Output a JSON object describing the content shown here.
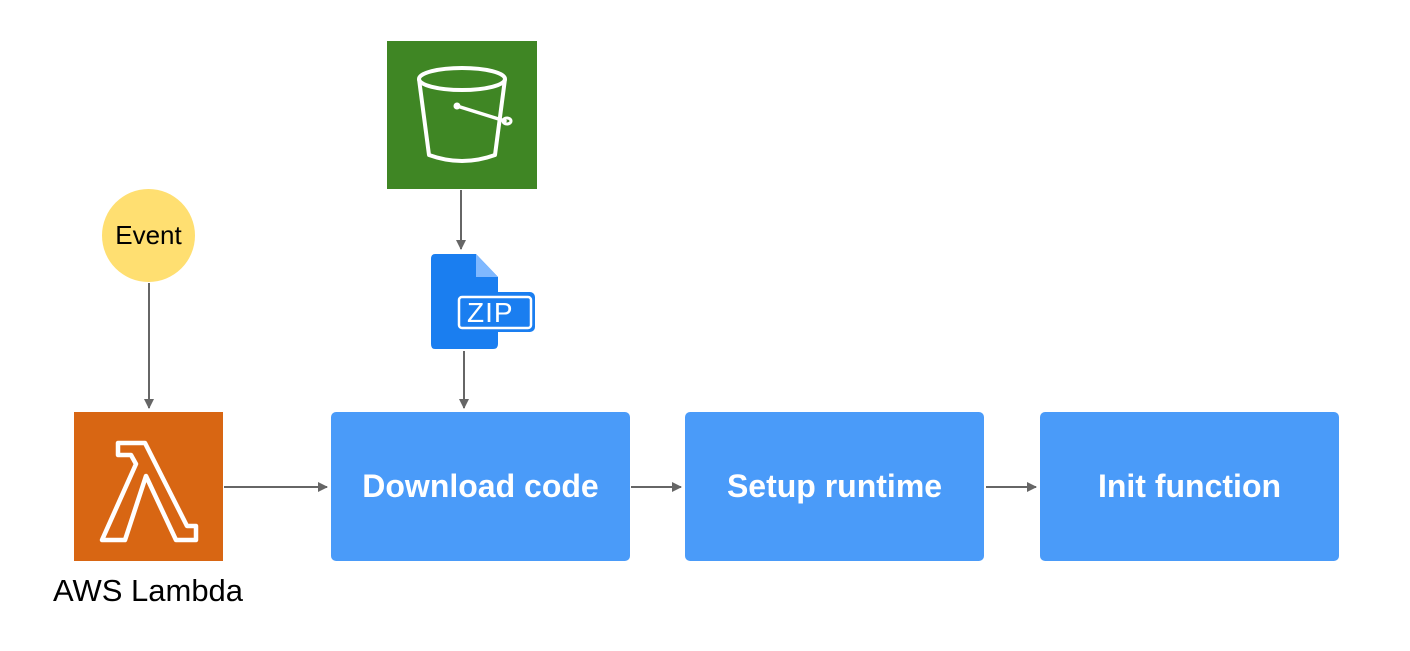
{
  "colors": {
    "event_fill": "#FFDF71",
    "lambda_fill": "#D86613",
    "s3_fill": "#3F8624",
    "zip_fill": "#1A7EF0",
    "step_fill": "#4A9BF9",
    "connector": "#666666"
  },
  "nodes": {
    "event": {
      "label": "Event"
    },
    "lambda": {
      "caption": "AWS Lambda",
      "icon": "lambda-icon"
    },
    "s3": {
      "icon": "bucket-icon"
    },
    "zip": {
      "label": "ZIP",
      "icon": "zip-file-icon"
    }
  },
  "steps": [
    {
      "label": "Download code"
    },
    {
      "label": "Setup runtime"
    },
    {
      "label": "Init function"
    }
  ]
}
